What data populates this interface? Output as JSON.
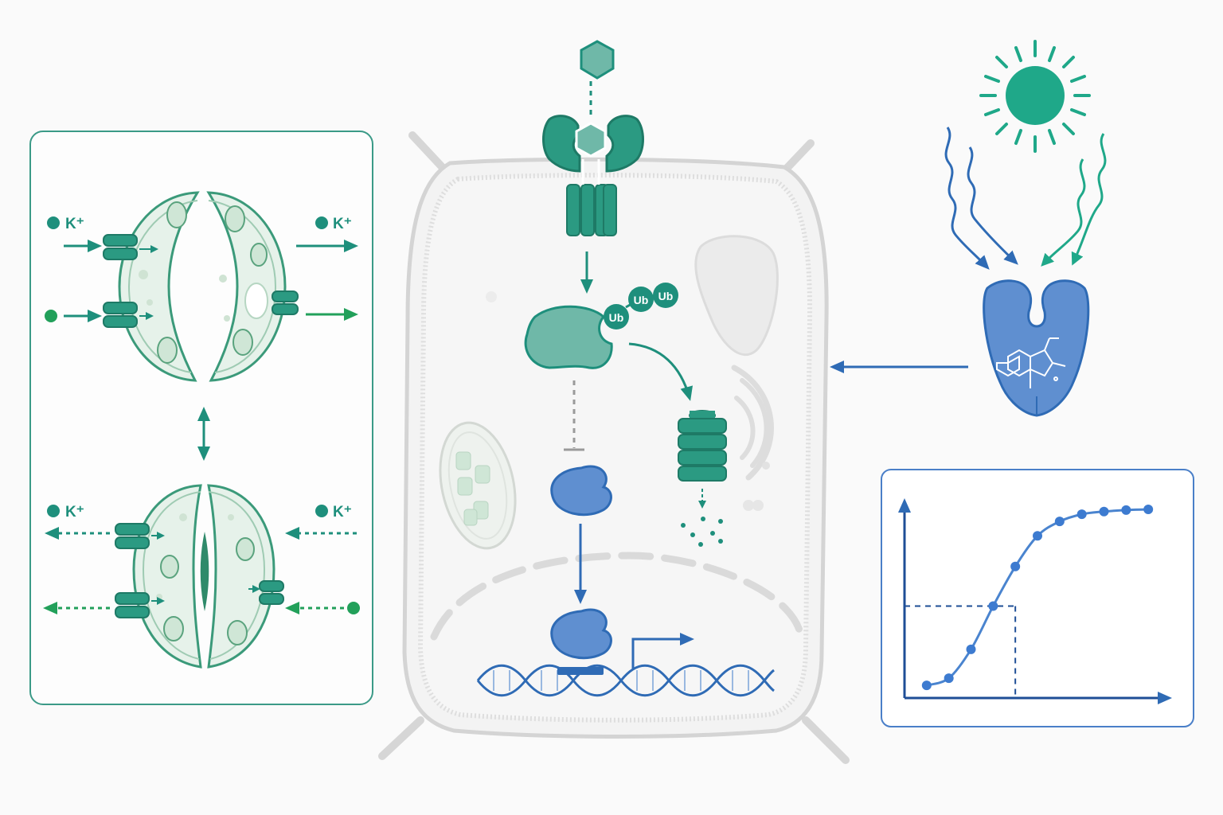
{
  "stomata_panel": {
    "ion_top_left": "K⁺",
    "ion_top_right": "K⁺",
    "ion_bottom_left": "K⁺",
    "ion_bottom_right": "K⁺"
  },
  "ubiquitin": {
    "tag1": "Ub",
    "tag2": "Ub",
    "tag3": "Ub"
  },
  "colors": {
    "teal": "#1e8f7c",
    "teal_light": "#6fb8a8",
    "green": "#22a05a",
    "blue": "#2f6bb5",
    "blue_light": "#5f8fd0",
    "sun": "#1fa889",
    "cell_wall": "#d4d4d4",
    "stomata_fill": "#e6f2ea"
  },
  "icons": [
    "hormone-hexagon-icon",
    "receptor-icon",
    "sun-icon",
    "photoreceptor-icon",
    "proteasome-icon",
    "dna-icon"
  ],
  "chart_data": {
    "type": "line",
    "title": "",
    "xlabel": "",
    "ylabel": "",
    "x": [
      1,
      2,
      3,
      4,
      5,
      6,
      7,
      8,
      9,
      10,
      11
    ],
    "series": [
      {
        "values": [
          0.2,
          0.6,
          2.2,
          4.6,
          6.8,
          8.5,
          9.3,
          9.7,
          9.85,
          9.93,
          9.97
        ]
      }
    ],
    "xlim": [
      0,
      12
    ],
    "ylim": [
      -0.5,
      10.5
    ],
    "midpoint_reference": {
      "x": 5,
      "y": 4.6
    },
    "grid": false,
    "legend": "none"
  }
}
